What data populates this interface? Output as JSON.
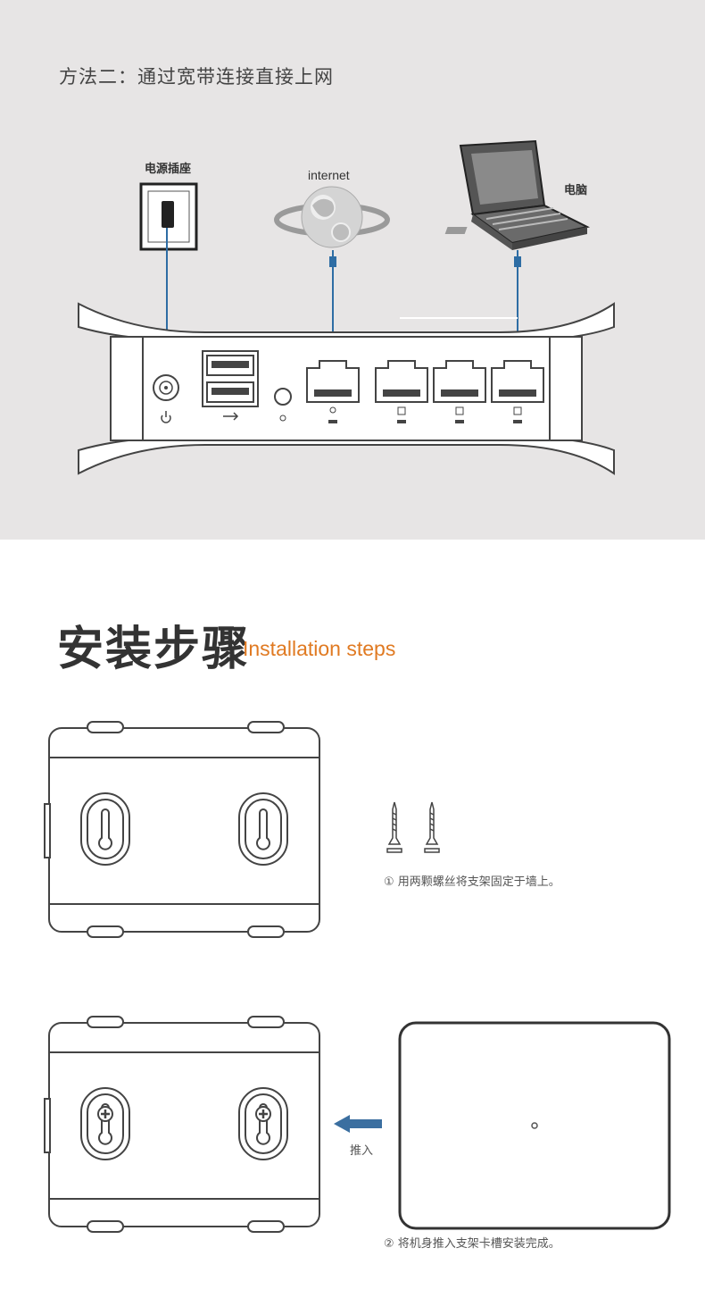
{
  "method": {
    "title": "方法二：通过宽带连接直接上网"
  },
  "labels": {
    "power_socket": "电源插座",
    "internet": "internet",
    "computer": "电脑"
  },
  "install": {
    "title": "安装步骤",
    "subtitle": "Installation steps",
    "step1": "① 用两颗螺丝将支架固定于墙上。",
    "push": "推入",
    "step2": "② 将机身推入支架卡槽安装完成。"
  },
  "colors": {
    "panel_bg": "#e7e5e5",
    "cable": "#2e6da4",
    "accent": "#e07a22",
    "arrow": "#3b6fa0"
  }
}
